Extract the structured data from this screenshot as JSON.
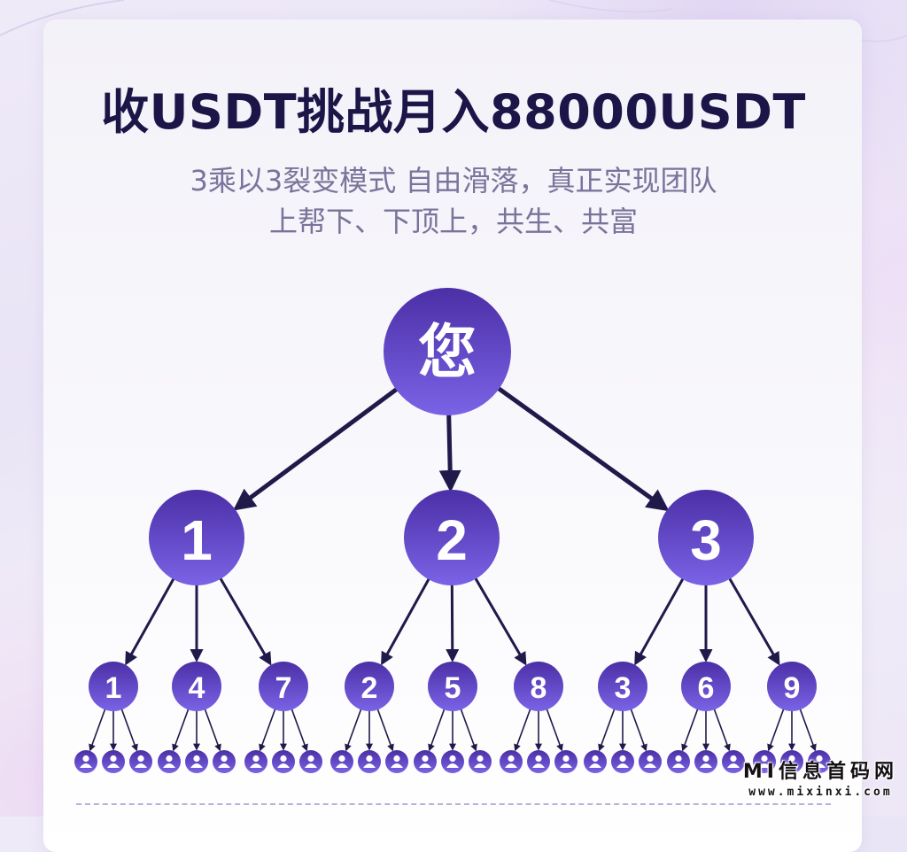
{
  "poster": {
    "title": "收USDT挑战月入88000USDT",
    "subtitle_line1": "3乘以3裂变模式 自由滑落，真正实现团队",
    "subtitle_line2": "上帮下、下顶上，共生、共富"
  },
  "tree": {
    "root_label": "您",
    "level1_labels": [
      "1",
      "2",
      "3"
    ],
    "level2_labels": [
      "1",
      "4",
      "7",
      "2",
      "5",
      "8",
      "3",
      "6",
      "9"
    ],
    "leaf_count": 27,
    "leaf_icon": "person-icon"
  },
  "watermark": {
    "name": "MI信息首码网",
    "url": "www.mixinxi.com"
  },
  "colors": {
    "node_top": "#4b2fa6",
    "node_bottom": "#7a63e6",
    "arrow": "#1f1a4a",
    "title": "#1c1547",
    "subtitle": "#7a739b"
  }
}
